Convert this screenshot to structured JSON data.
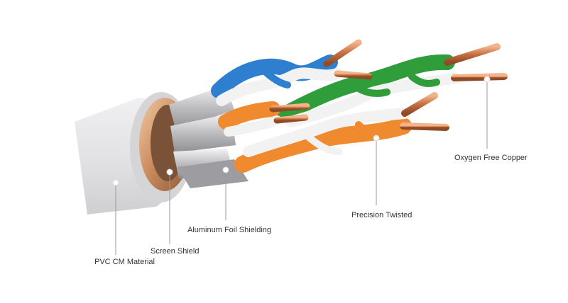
{
  "diagram": {
    "colors": {
      "jacket": "#e2e2e4",
      "copper": "#c97a4e",
      "blue": "#2f7fd0",
      "green": "#2e9d3a",
      "orange": "#f08a2e",
      "foil": "#b9b9bb",
      "callout_line": "#999999",
      "callout_dot": "#d9d9d9"
    },
    "callouts": [
      {
        "id": "pvc-cm-material",
        "label": "PVC CM Material"
      },
      {
        "id": "screen-shield",
        "label": "Screen Shield"
      },
      {
        "id": "aluminum-foil-shielding",
        "label": "Aluminum Foil Shielding"
      },
      {
        "id": "precision-twisted",
        "label": "Precision Twisted"
      },
      {
        "id": "oxygen-free-copper",
        "label": "Oxygen Free Copper"
      }
    ]
  }
}
